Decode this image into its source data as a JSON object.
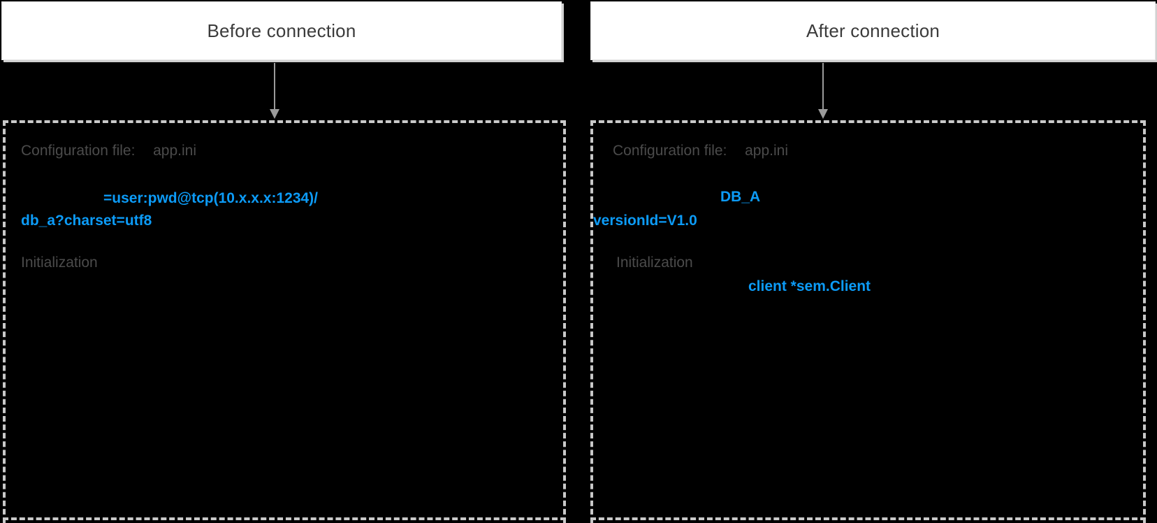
{
  "colors": {
    "background": "#000000",
    "card_bg": "#ffffff",
    "card_border": "#e6e6e6",
    "card_shadow": "#dcdcdc",
    "header_text": "#3b3b3b",
    "dashed_border": "#c9c9c9",
    "arrow": "#9b9b9b",
    "label_gray": "#4b4b4b",
    "code_blue": "#0c9bf7"
  },
  "panels": [
    {
      "header": "Before connection",
      "config_label": "Configuration file:",
      "config_file": "app.ini",
      "code_lines": [
        "=user:pwd@tcp(10.x.x.x:1234)/",
        "db_a?charset=utf8"
      ],
      "init_label": "Initialization"
    },
    {
      "header": "After connection",
      "config_label": "Configuration file:",
      "config_file": "app.ini",
      "code_lines": [
        "DB_A",
        "versionId=V1.0"
      ],
      "init_label": "Initialization",
      "init_code": "client *sem.Client"
    }
  ]
}
